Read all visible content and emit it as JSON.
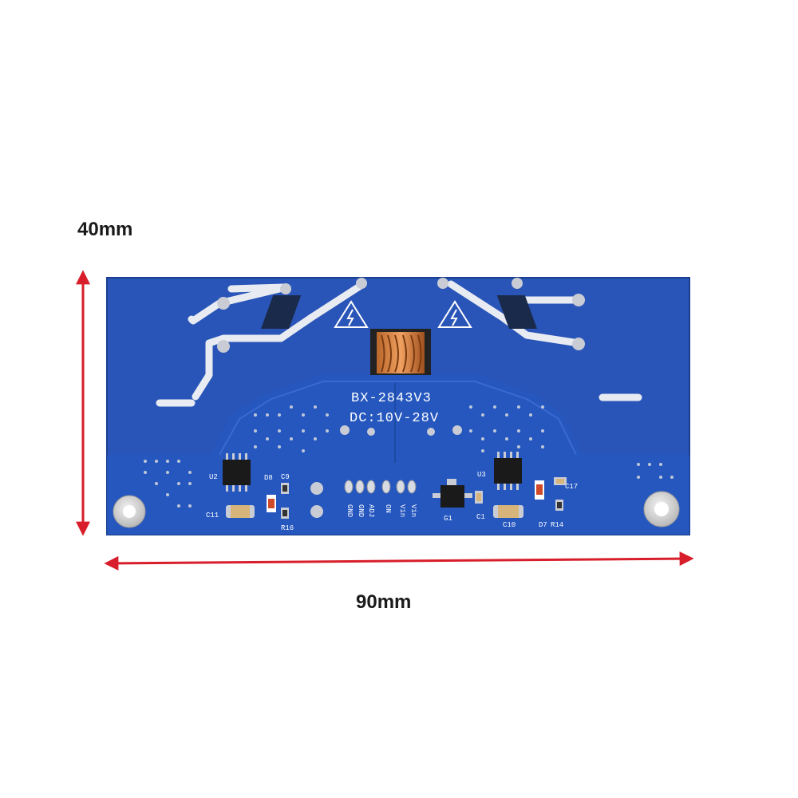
{
  "dimensions": {
    "height_label": "40mm",
    "width_label": "90mm"
  },
  "board": {
    "model": "BX-2843V3",
    "input": "DC:10V-28V",
    "pins": [
      "GND",
      "GND",
      "ADJ",
      "ON",
      "Vin",
      "Vin"
    ],
    "components": [
      "U2",
      "D8",
      "C9",
      "C11",
      "R16",
      "U3",
      "C17",
      "G1",
      "C1",
      "C10",
      "D7",
      "R14"
    ]
  },
  "colors": {
    "board": "#2a55b8",
    "board_dark": "#1f469e",
    "trace": "#e8ecf2",
    "arrow": "#d81e2a",
    "silkscreen": "#ffffff"
  },
  "icons": [
    "high-voltage-warning-icon",
    "high-voltage-warning-icon",
    "mounting-hole-icon",
    "mounting-hole-icon"
  ]
}
